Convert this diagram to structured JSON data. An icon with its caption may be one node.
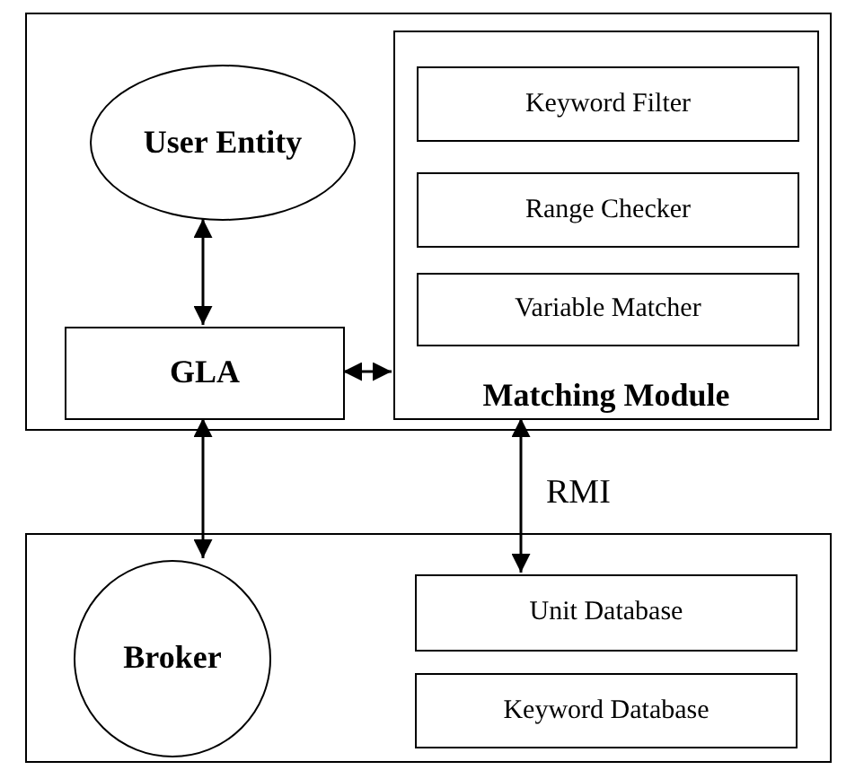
{
  "diagram": {
    "nodes": [
      {
        "text": [],
        "shape": "box"
      },
      {
        "text": [
          "User Entity"
        ],
        "in": 0
      },
      {
        "text": [
          "GLA"
        ],
        "in": 0
      },
      {
        "text": [
          "Matching Module"
        ],
        "in": 0
      },
      {
        "text": [
          "Keyword Filter"
        ],
        "in": 3
      },
      {
        "text": [
          "Range Checker"
        ],
        "in": 3
      },
      {
        "text": [
          "Variable Matcher"
        ],
        "in": 3
      },
      {
        "text": [],
        "shape": "box"
      },
      {
        "text": [
          "Broker"
        ],
        "in": 7
      },
      {
        "text": [
          "Unit Database"
        ],
        "in": 7
      },
      {
        "text": [
          "Keyword Database"
        ],
        "in": 7
      }
    ],
    "edges": [
      {
        "from": 1,
        "to": 2,
        "arrow": "both"
      },
      {
        "from": 2,
        "to": 3,
        "arrow": "both"
      },
      {
        "from": 2,
        "to": 8,
        "arrow": "both"
      },
      {
        "from": 3,
        "to": 9,
        "arrow": "both",
        "label": "RMI"
      }
    ]
  }
}
